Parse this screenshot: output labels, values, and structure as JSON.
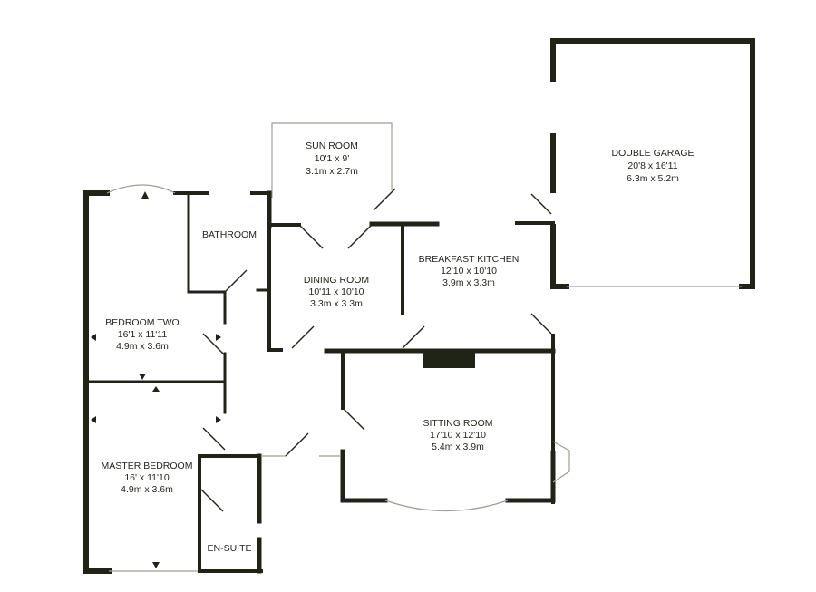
{
  "floorplan": {
    "rooms": {
      "sun_room": {
        "name": "SUN ROOM",
        "imperial": "10'1 x 9'",
        "metric": "3.1m x 2.7m"
      },
      "double_garage": {
        "name": "DOUBLE GARAGE",
        "imperial": "20'8 x 16'11",
        "metric": "6.3m x 5.2m"
      },
      "bathroom": {
        "name": "BATHROOM"
      },
      "breakfast_kitchen": {
        "name": "BREAKFAST KITCHEN",
        "imperial": "12'10 x 10'10",
        "metric": "3.9m x 3.3m"
      },
      "dining_room": {
        "name": "DINING ROOM",
        "imperial": "10'11 x 10'10",
        "metric": "3.3m x 3.3m"
      },
      "bedroom_two": {
        "name": "BEDROOM TWO",
        "imperial": "16'1 x 11'11",
        "metric": "4.9m x 3.6m"
      },
      "sitting_room": {
        "name": "SITTING ROOM",
        "imperial": "17'10 x 12'10",
        "metric": "5.4m x 3.9m"
      },
      "master_bedroom": {
        "name": "MASTER BEDROOM",
        "imperial": "16' x 11'10",
        "metric": "4.9m x 3.6m"
      },
      "en_suite": {
        "name": "EN-SUITE"
      }
    },
    "colors": {
      "wall": "#1f2417",
      "background": "#ffffff"
    }
  }
}
